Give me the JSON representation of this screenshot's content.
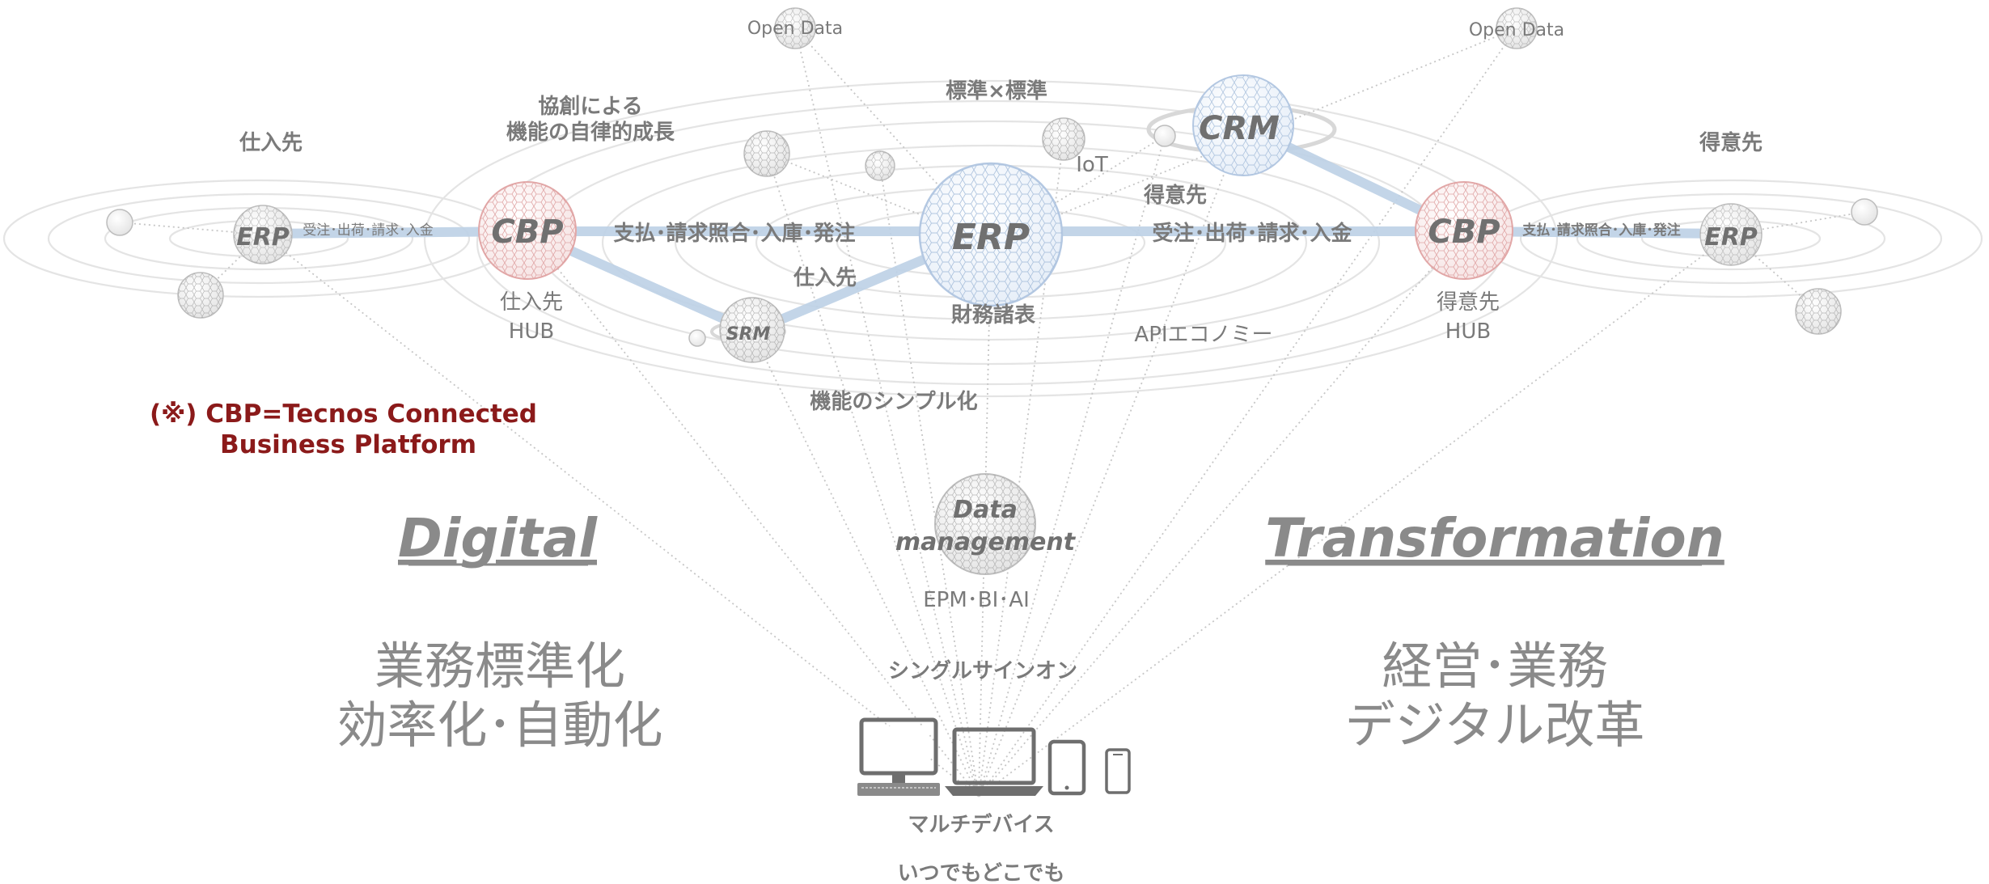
{
  "diagram": {
    "spheres": {
      "erp_center": "ERP",
      "erp_left": "ERP",
      "erp_right": "ERP",
      "cbp_left": "CBP",
      "cbp_right": "CBP",
      "crm": "CRM",
      "srm": "SRM",
      "data_management_line1": "Data",
      "data_management_line2": "management"
    },
    "labels": {
      "open_data_left": "Open Data",
      "open_data_right": "Open Data",
      "cocreation_line1": "協創による",
      "cocreation_line2": "機能の自律的成長",
      "standard_x_standard": "標準×標準",
      "supplier_left": "仕入先",
      "customer_right": "得意先",
      "iot": "IoT",
      "crm_customer": "得意先",
      "left_flow_small": "受注･出荷･請求･入金",
      "left_main_flow": "支払･請求照合･入庫･発注",
      "right_main_flow": "受注･出荷･請求･入金",
      "right_flow_small": "支払･請求照合･入庫･発注",
      "srm_supplier": "仕入先",
      "financial_statements": "財務諸表",
      "supplier_hub_line1": "仕入先",
      "supplier_hub_line2": "HUB",
      "customer_hub_line1": "得意先",
      "customer_hub_line2": "HUB",
      "api_economy": "APIエコノミー",
      "simplification": "機能のシンプル化",
      "epm_bi_ai": "EPM･BI･AI",
      "single_sign_on": "シングルサインオン",
      "multi_device": "マルチデバイス",
      "anytime_anywhere": "いつでもどこでも"
    },
    "footnote": {
      "line1": "(※) CBP=Tecnos Connected",
      "line2": "Business Platform"
    },
    "headlines": {
      "digital": "Digital",
      "transformation": "Transformation"
    },
    "left_message": {
      "line1": "業務標準化",
      "line2": "効率化･自動化"
    },
    "right_message": {
      "line1": "経営･業務",
      "line2": "デジタル改革"
    },
    "colors": {
      "blue_sphere": "#9fb9d9",
      "red_sphere": "#d98c8c",
      "gray_sphere": "#a8a8a8",
      "flow_band": "#bcd0e6",
      "footnote_red": "#8b1a1a",
      "text_gray": "#7a7a7a"
    },
    "icons": [
      "desktop-monitor-icon",
      "laptop-icon",
      "tablet-icon",
      "smartphone-icon"
    ]
  }
}
